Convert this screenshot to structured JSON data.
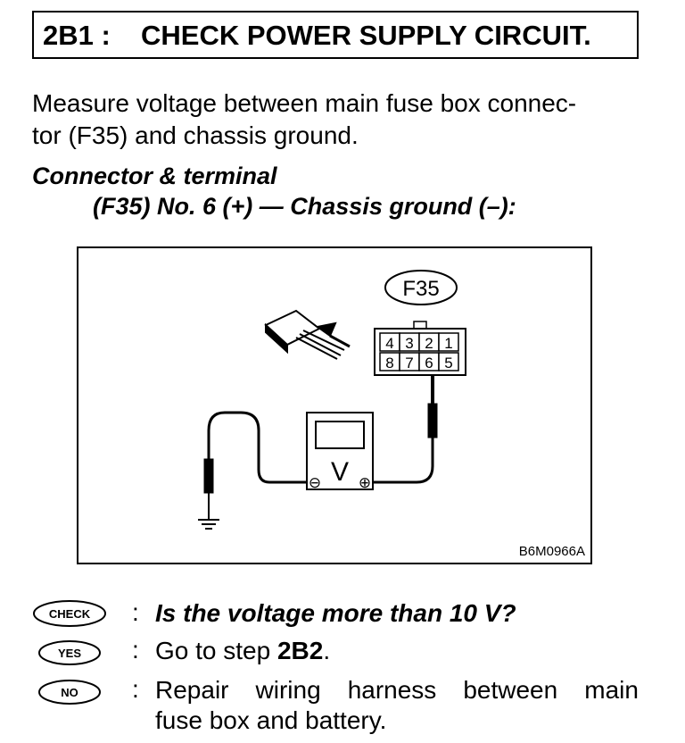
{
  "header": {
    "step_code": "2B1 :",
    "title": "CHECK POWER SUPPLY CIRCUIT."
  },
  "instruction": {
    "line1": "Measure voltage between main fuse box connec-",
    "line2": "tor (F35) and chassis ground."
  },
  "connector_terminal": {
    "heading": "Connector & terminal",
    "value": "(F35) No. 6 (+) — Chassis ground (–):"
  },
  "diagram": {
    "connector_label": "F35",
    "terminals_top": [
      "4",
      "3",
      "2",
      "1"
    ],
    "terminals_bottom": [
      "8",
      "7",
      "6",
      "5"
    ],
    "meter_symbol": "V",
    "minus_symbol": "⊖",
    "plus_symbol": "⊕",
    "figure_code": "B6M0966A"
  },
  "answers": {
    "check": {
      "badge": "CHECK",
      "colon": ":",
      "text": "Is the voltage more than 10 V?"
    },
    "yes": {
      "badge": "YES",
      "colon": ":",
      "text_prefix": "Go to step ",
      "text_step": "2B2",
      "text_suffix": "."
    },
    "no": {
      "badge": "NO",
      "colon": ":",
      "line1_words": [
        "Repair",
        "wiring",
        "harness",
        "between",
        "main"
      ],
      "line2": "fuse box and battery."
    }
  }
}
